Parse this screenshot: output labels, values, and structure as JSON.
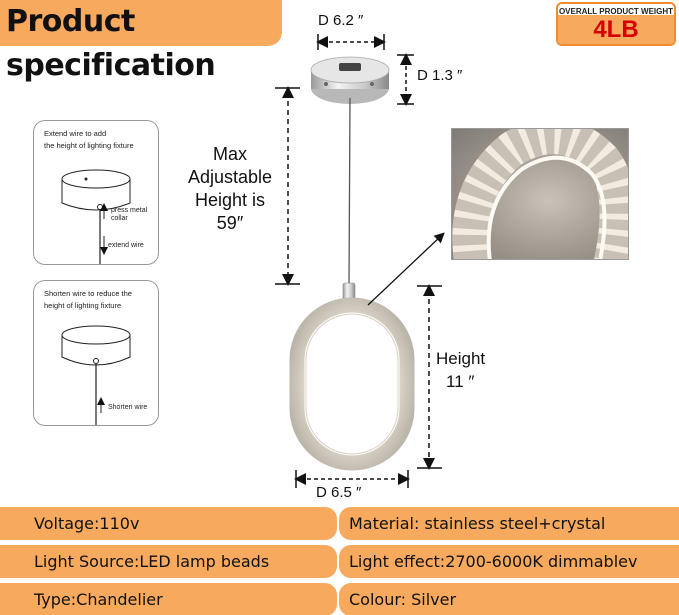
{
  "header": {
    "title": "Product specification",
    "weight_label": "OVERALL PRODUCT WEIGHT",
    "weight_value": "4LB"
  },
  "dimensions": {
    "canopy_diameter": "D 6.2 ″",
    "canopy_height": "D 1.3 ″",
    "max_height_line1": "Max",
    "max_height_line2": "Adjustable",
    "max_height_line3": "Height is",
    "max_height_line4": "59″",
    "height_label": "Height",
    "height_value": "11 ″",
    "body_diameter": "D 6.5 ″"
  },
  "inset_extend": {
    "line1": "Extend wire to add",
    "line2": "the height of lighting fixture",
    "note_press_1": "press metal",
    "note_press_2": "collar",
    "note_extend": "extend wire"
  },
  "inset_shorten": {
    "line1": "Shorten wire to reduce the",
    "line2": "height of lighting fixture",
    "note_shorten": "Shorten wire"
  },
  "specs": {
    "voltage": "Voltage:110v",
    "material": "Material: stainless steel+crystal",
    "light_source": "Light Source:LED lamp beads",
    "light_effect": "Light effect:2700-6000K dimmablev",
    "type": "Type:Chandelier",
    "colour": "Colour: Silver"
  },
  "colors": {
    "accent_orange": "#f7a95d",
    "weight_red": "#d60000"
  }
}
